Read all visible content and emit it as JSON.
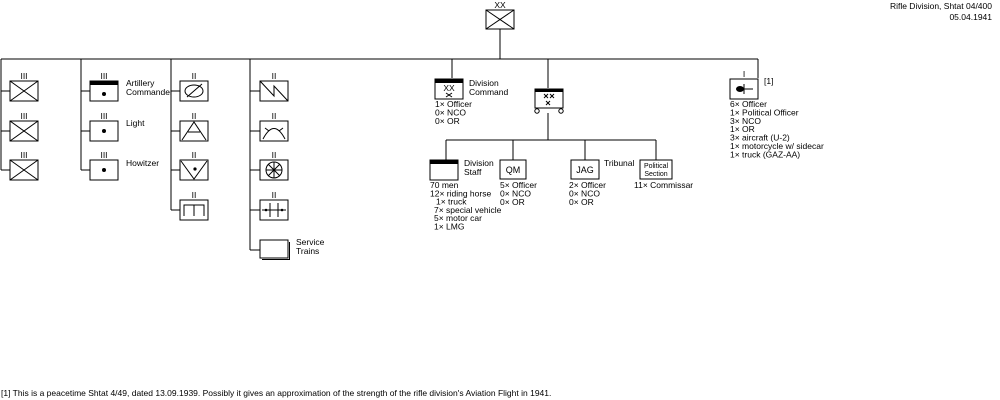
{
  "header": {
    "title": "Rifle Division, Shtat 04/400",
    "date": "05.04.1941"
  },
  "footnote": "[1] This is a peacetime Shtat 4/49, dated 13.09.1939. Possibly it gives an approximation of the strength of the rifle division's Aviation Flight in 1941.",
  "top_unit": {
    "echelon": "XX"
  },
  "rifle_regiments": [
    {
      "echelon": "III"
    },
    {
      "echelon": "III"
    },
    {
      "echelon": "III"
    }
  ],
  "artillery": {
    "commander": {
      "label_line1": "Artillery",
      "label_line2": "Commander",
      "echelon": "III"
    },
    "regiments": [
      {
        "label": "Light",
        "echelon": "III"
      },
      {
        "label": "Howitzer",
        "echelon": "III"
      }
    ]
  },
  "battalions": [
    {
      "symbol": "anti-tank",
      "echelon": "II"
    },
    {
      "symbol": "anti-aircraft",
      "echelon": "II"
    },
    {
      "symbol": "reconnaissance",
      "echelon": "II"
    },
    {
      "symbol": "engineer",
      "echelon": "II"
    }
  ],
  "support": [
    {
      "symbol": "signals",
      "echelon": "II"
    },
    {
      "symbol": "chemical",
      "echelon": "II"
    },
    {
      "symbol": "medical",
      "echelon": "II"
    },
    {
      "symbol": "transport",
      "echelon": "II"
    },
    {
      "label_line1": "Service",
      "label_line2": "Trains"
    }
  ],
  "division_command": {
    "label_line1": "Division",
    "label_line2": "Command",
    "echelon": "XX",
    "strength": [
      "1× Officer",
      "0× NCO",
      "0× OR"
    ]
  },
  "hq_elements": [
    {
      "label_line1": "Division",
      "label_line2": "Staff",
      "strength": [
        "70 men",
        "12× riding horse",
        "1× truck",
        "7× special vehicle",
        "5× motor car",
        "1× LMG"
      ]
    },
    {
      "abbr": "QM",
      "strength": [
        "5× Officer",
        "0× NCO",
        "0× OR"
      ]
    },
    {
      "abbr": "JAG",
      "label": "Tribunal",
      "strength": [
        "2× Officer",
        "0× NCO",
        "0× OR"
      ]
    },
    {
      "abbr_line1": "Political",
      "abbr_line2": "Section",
      "strength": [
        "11× Commissar"
      ]
    }
  ],
  "aviation": {
    "note": "[1]",
    "echelon": "I",
    "strength": [
      "6× Officer",
      "1× Political Officer",
      "3× NCO",
      "1× OR",
      "3× aircraft (U-2)",
      "1× motorcycle w/ sidecar",
      "1× truck (GAZ-AA)"
    ]
  },
  "icon_names": [
    "infantry-icon",
    "artillery-icon",
    "anti-tank-icon",
    "anti-aircraft-icon",
    "reconnaissance-icon",
    "engineer-icon",
    "signals-icon",
    "chemical-icon",
    "medical-icon",
    "transport-icon",
    "aviation-icon"
  ]
}
